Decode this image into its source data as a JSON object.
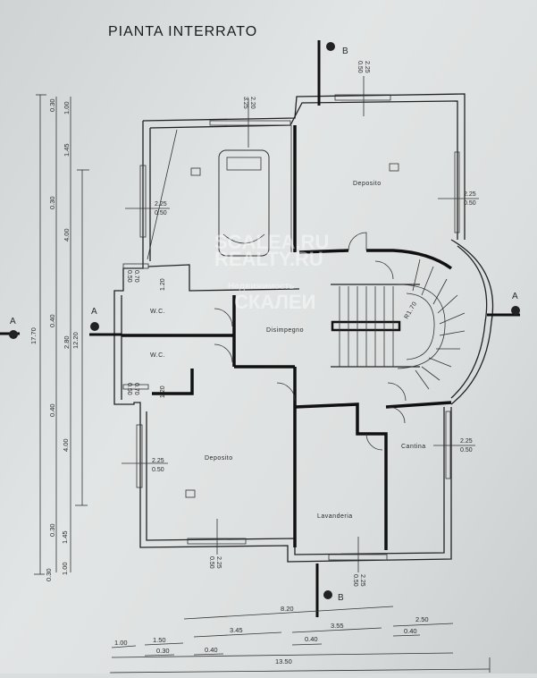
{
  "title": "PIANTA INTERRATO",
  "sections": {
    "a": "A",
    "b": "B"
  },
  "rooms": {
    "deposito_top": "Deposito",
    "deposito_bottom": "Deposito",
    "disimpegno": "Disimpegno",
    "wc_top": "W.C.",
    "wc_bottom": "W.C.",
    "cantina": "Cantina",
    "lavanderia": "Lavanderia",
    "stair_radius": "R1.70"
  },
  "window_labels": {
    "garage_top": [
      "2.20",
      "3.25"
    ],
    "deposito_top_top": [
      "2.25",
      "0.50"
    ],
    "garage_left": [
      "2.25",
      "0.50"
    ],
    "deposito_top_right": [
      "2.25",
      "0.50"
    ],
    "deposito_bottom_left": [
      "2.25",
      "0.50"
    ],
    "cantina_right": [
      "2.25",
      "0.50"
    ],
    "deposito_bottom_bottom": [
      "2.25",
      "0.50"
    ],
    "lavanderia_bottom": [
      "2.25",
      "0.50"
    ],
    "wc_top_window": [
      "0.70",
      "0.50"
    ],
    "wc_bottom_window": [
      "0.70",
      "0.50"
    ],
    "wc_top_width": "1.20",
    "wc_bottom_width": "1.20"
  },
  "dimensions_left": {
    "total": "17.70",
    "inner": "12.20",
    "col1": [
      "0.30",
      "0.30",
      "0.40",
      "0.40",
      "0.30",
      "0.30"
    ],
    "col2": [
      "1.00",
      "1.45",
      "4.00",
      "2.80",
      "4.00",
      "1.45",
      "1.00"
    ]
  },
  "dimensions_bottom": {
    "d820": "8.20",
    "d100": "1.00",
    "d150": "1.50",
    "d030": "0.30",
    "d345": "3.45",
    "d040a": "0.40",
    "d355": "3.55",
    "d040b": "0.40",
    "d250": "2.50",
    "d040c": "0.40",
    "total": "13.50"
  },
  "watermark": [
    "SCALEA.RU",
    "REALTY.RU",
    "Недвижимость",
    "СКАЛЕИ"
  ]
}
